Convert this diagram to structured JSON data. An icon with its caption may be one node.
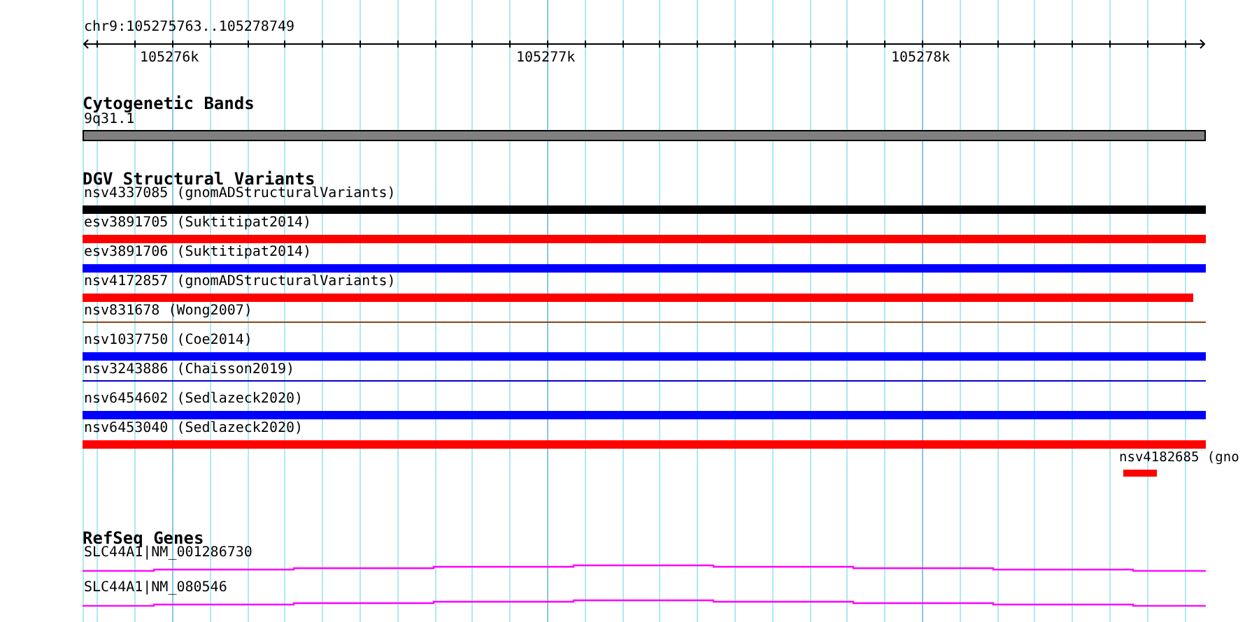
{
  "diagram": {
    "nodes": [
      {
        "text": [],
        "shape": "bar",
        "beside": [
          "9q31.1"
        ]
      },
      {
        "text": [],
        "shape": "bar",
        "beside": [
          "nsv4337085 (gnomADStructuralVariants)"
        ]
      },
      {
        "text": [],
        "shape": "bar",
        "beside": [
          "esv3891705 (Suktitipat2014)"
        ]
      },
      {
        "text": [],
        "shape": "bar",
        "beside": [
          "esv3891706 (Suktitipat2014)"
        ]
      },
      {
        "text": [],
        "shape": "bar",
        "beside": [
          "nsv4172857 (gnomADStructuralVariants)"
        ]
      },
      {
        "text": [],
        "shape": "bar",
        "beside": [
          "nsv831678 (Wong2007)"
        ]
      },
      {
        "text": [],
        "shape": "bar",
        "beside": [
          "nsv1037750 (Coe2014)"
        ]
      },
      {
        "text": [],
        "shape": "bar",
        "beside": [
          "nsv3243886 (Chaisson2019)"
        ]
      },
      {
        "text": [],
        "shape": "bar",
        "beside": [
          "nsv6454602 (Sedlazeck2020)"
        ]
      },
      {
        "text": [],
        "shape": "bar",
        "beside": [
          "nsv6453040 (Sedlazeck2020)"
        ]
      },
      {
        "text": [],
        "shape": "bar",
        "beside": [
          "nsv4182685 (gno"
        ]
      },
      {
        "text": [],
        "shape": "bar",
        "beside": [
          "SLC44A1|NM_001286730"
        ]
      },
      {
        "text": [],
        "shape": "bar",
        "beside": [
          "SLC44A1|NM_080546"
        ]
      }
    ],
    "labels": [
      "chr9:105275763..105278749",
      "105276k",
      "105277k",
      "105278k",
      "Cytogenetic Bands",
      "DGV Structural Variants",
      "RefSeq Genes"
    ]
  }
}
